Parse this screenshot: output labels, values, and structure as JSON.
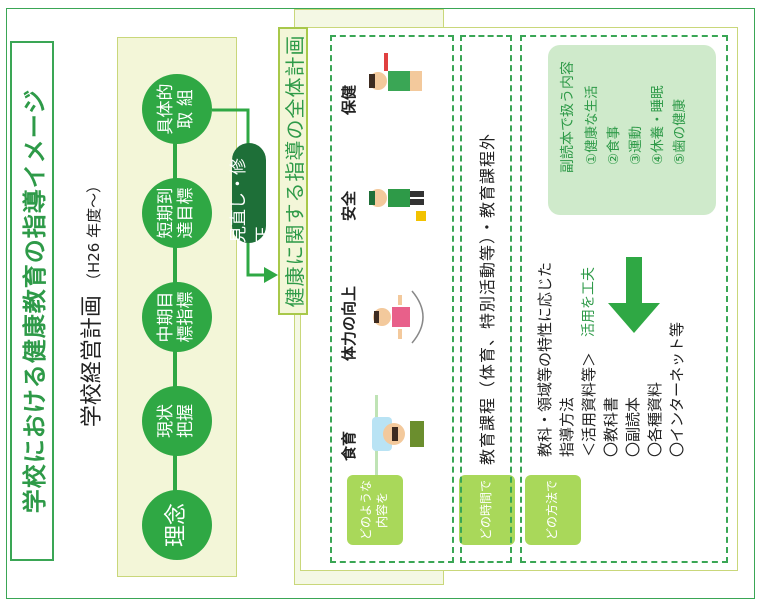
{
  "title": "学校における健康教育の指導イメージ",
  "school_plan": {
    "label": "学校経営計画",
    "period": "（H26 年度〜）"
  },
  "flow_steps": [
    {
      "label": "理念"
    },
    {
      "label": "現状\n把握"
    },
    {
      "label": "中期目\n標指標"
    },
    {
      "label": "短期到\n達目標"
    },
    {
      "label": "具体的\n取 組"
    }
  ],
  "review_label": "見直し・修正",
  "overall_plan_title": "健康に関する指導の全体計画",
  "categories": [
    "食育",
    "体力の向上",
    "安全",
    "保健"
  ],
  "curriculum_line": "教育課程（体育、特別活動等）・教育課程外",
  "questions": [
    "どのような\n内容を",
    "どの時間で",
    "どの方法で"
  ],
  "method": {
    "intro_line_1": "教科・領域等の特性に応じた",
    "intro_line_2": "指導方法",
    "materials_heading": "＜活用資料等＞",
    "materials": [
      "〇教科書",
      "〇副読本",
      "〇各種資料",
      "〇インターネット等"
    ]
  },
  "supplement": {
    "title": "副読本で扱う内容",
    "items": [
      "①健康な生活",
      "②食事",
      "③運動",
      "④休養・睡眠",
      "⑤歯の健康"
    ],
    "arrow_label": "活用を工夫"
  },
  "colors": {
    "primary_green": "#2fa844",
    "dark_green": "#1e6f38",
    "light_green": "#a9d85a",
    "pale_green_bg": "#cfeacb",
    "panel_bg": "#f3f6d8"
  }
}
